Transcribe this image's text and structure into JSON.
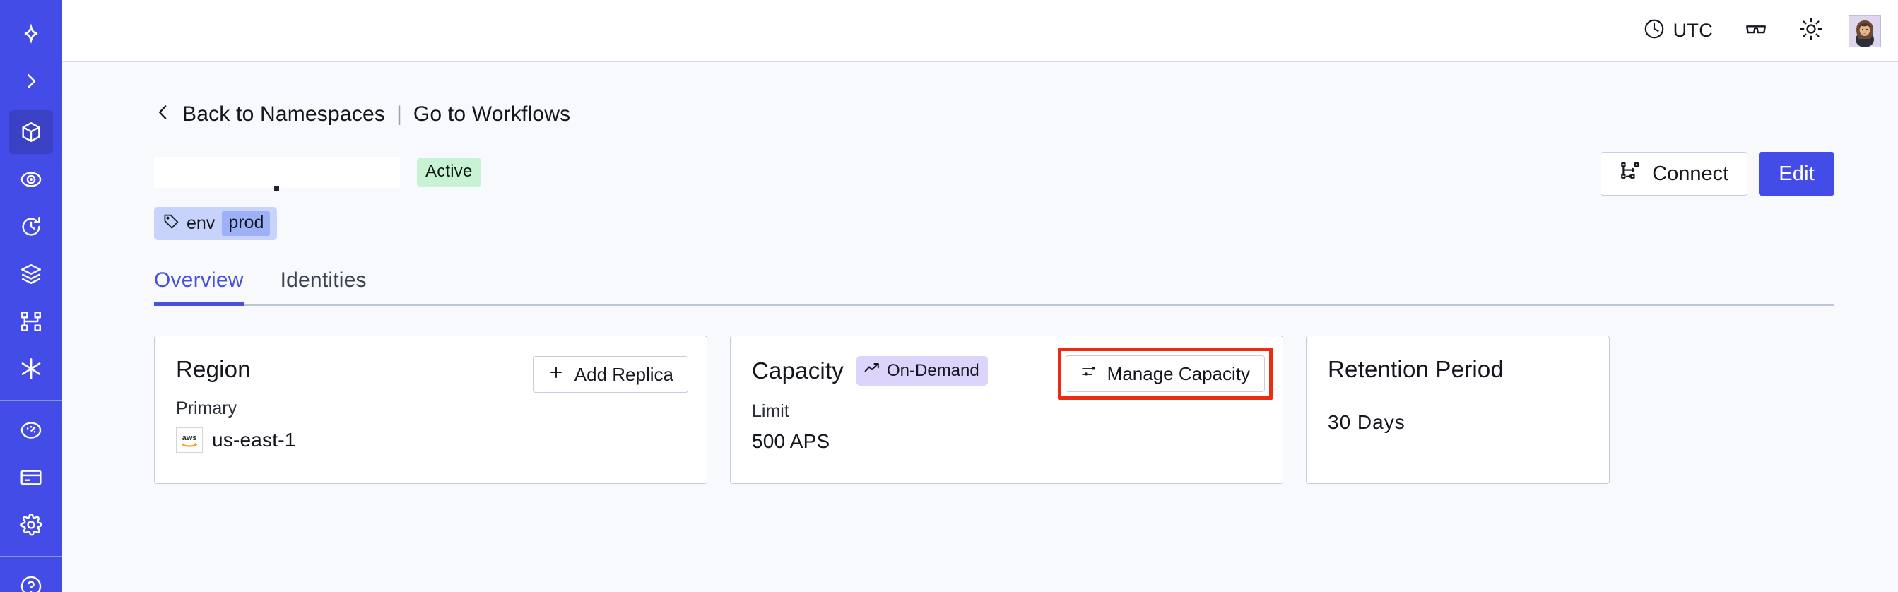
{
  "sidebar": {
    "brand_color": "#444ce7",
    "active_color": "#3b41c5",
    "items": [
      {
        "name": "logo",
        "icon": "temporal-star-logo",
        "active": false
      },
      {
        "name": "expand",
        "icon": "chevron-right-icon",
        "active": false
      },
      {
        "name": "namespaces",
        "icon": "cube-icon",
        "active": true
      },
      {
        "name": "observability",
        "icon": "eye-spiral-icon",
        "active": false
      },
      {
        "name": "schedules",
        "icon": "clock-rewind-icon",
        "active": false
      },
      {
        "name": "batch-operations",
        "icon": "layers-icon",
        "active": false
      },
      {
        "name": "workflows",
        "icon": "flow-branch-icon",
        "active": false
      },
      {
        "name": "nexus",
        "icon": "asterisk-icon",
        "active": false
      },
      {
        "name": "usage",
        "icon": "gauge-icon",
        "active": false
      },
      {
        "name": "billing",
        "icon": "credit-card-icon",
        "active": false
      },
      {
        "name": "settings",
        "icon": "gear-icon",
        "active": false
      },
      {
        "name": "help",
        "icon": "help-circle-icon",
        "active": false
      }
    ]
  },
  "topbar": {
    "timezone_label": "UTC",
    "clock_icon": "clock-icon",
    "glasses_icon": "glasses-icon",
    "theme_icon": "sun-icon",
    "avatar_icon": "user-avatar"
  },
  "breadcrumb": {
    "back_icon": "chevron-left-icon",
    "back_label": "Back to Namespaces",
    "separator": "|",
    "link_label": "Go to Workflows"
  },
  "header": {
    "namespace_title": "",
    "status_badge": "Active",
    "connect_label": "Connect",
    "connect_icon": "connect-flow-icon",
    "edit_label": "Edit"
  },
  "tag": {
    "icon": "tag-icon",
    "key": "env",
    "value": "prod"
  },
  "tabs": [
    {
      "label": "Overview",
      "active": true
    },
    {
      "label": "Identities",
      "active": false
    }
  ],
  "cards": {
    "region": {
      "title": "Region",
      "button_label": "Add Replica",
      "button_icon": "plus-icon",
      "sublabel": "Primary",
      "provider_icon": "aws-logo",
      "value": "us-east-1"
    },
    "capacity": {
      "title": "Capacity",
      "badge_label": "On-Demand",
      "badge_icon": "trending-up-icon",
      "badge_color": "#ddd4fb",
      "button_label": "Manage Capacity",
      "button_icon": "sliders-icon",
      "highlighted": true,
      "highlight_color": "#ed2a12",
      "sublabel": "Limit",
      "value": "500 APS"
    },
    "retention": {
      "title": "Retention Period",
      "value": "30 Days"
    }
  }
}
